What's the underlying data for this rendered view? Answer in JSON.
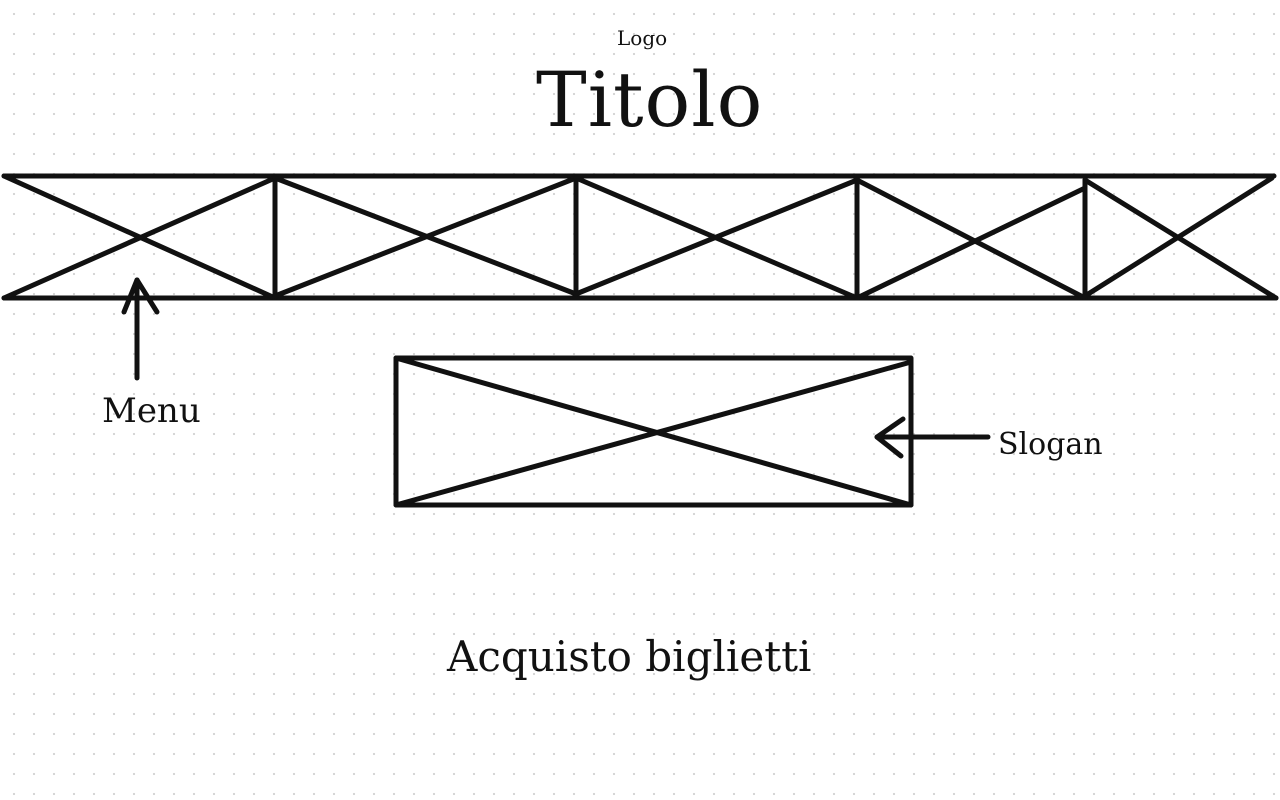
{
  "colors": {
    "ink": "#111111",
    "background": "#ffffff",
    "grid_dots": "#d4d4d4"
  },
  "header": {
    "logo_label": "Logo",
    "title": "Titolo"
  },
  "menu": {
    "item_count": 5,
    "annotation": "Menu"
  },
  "slogan": {
    "annotation": "Slogan"
  },
  "cta": {
    "label": "Acquisto biglietti"
  }
}
